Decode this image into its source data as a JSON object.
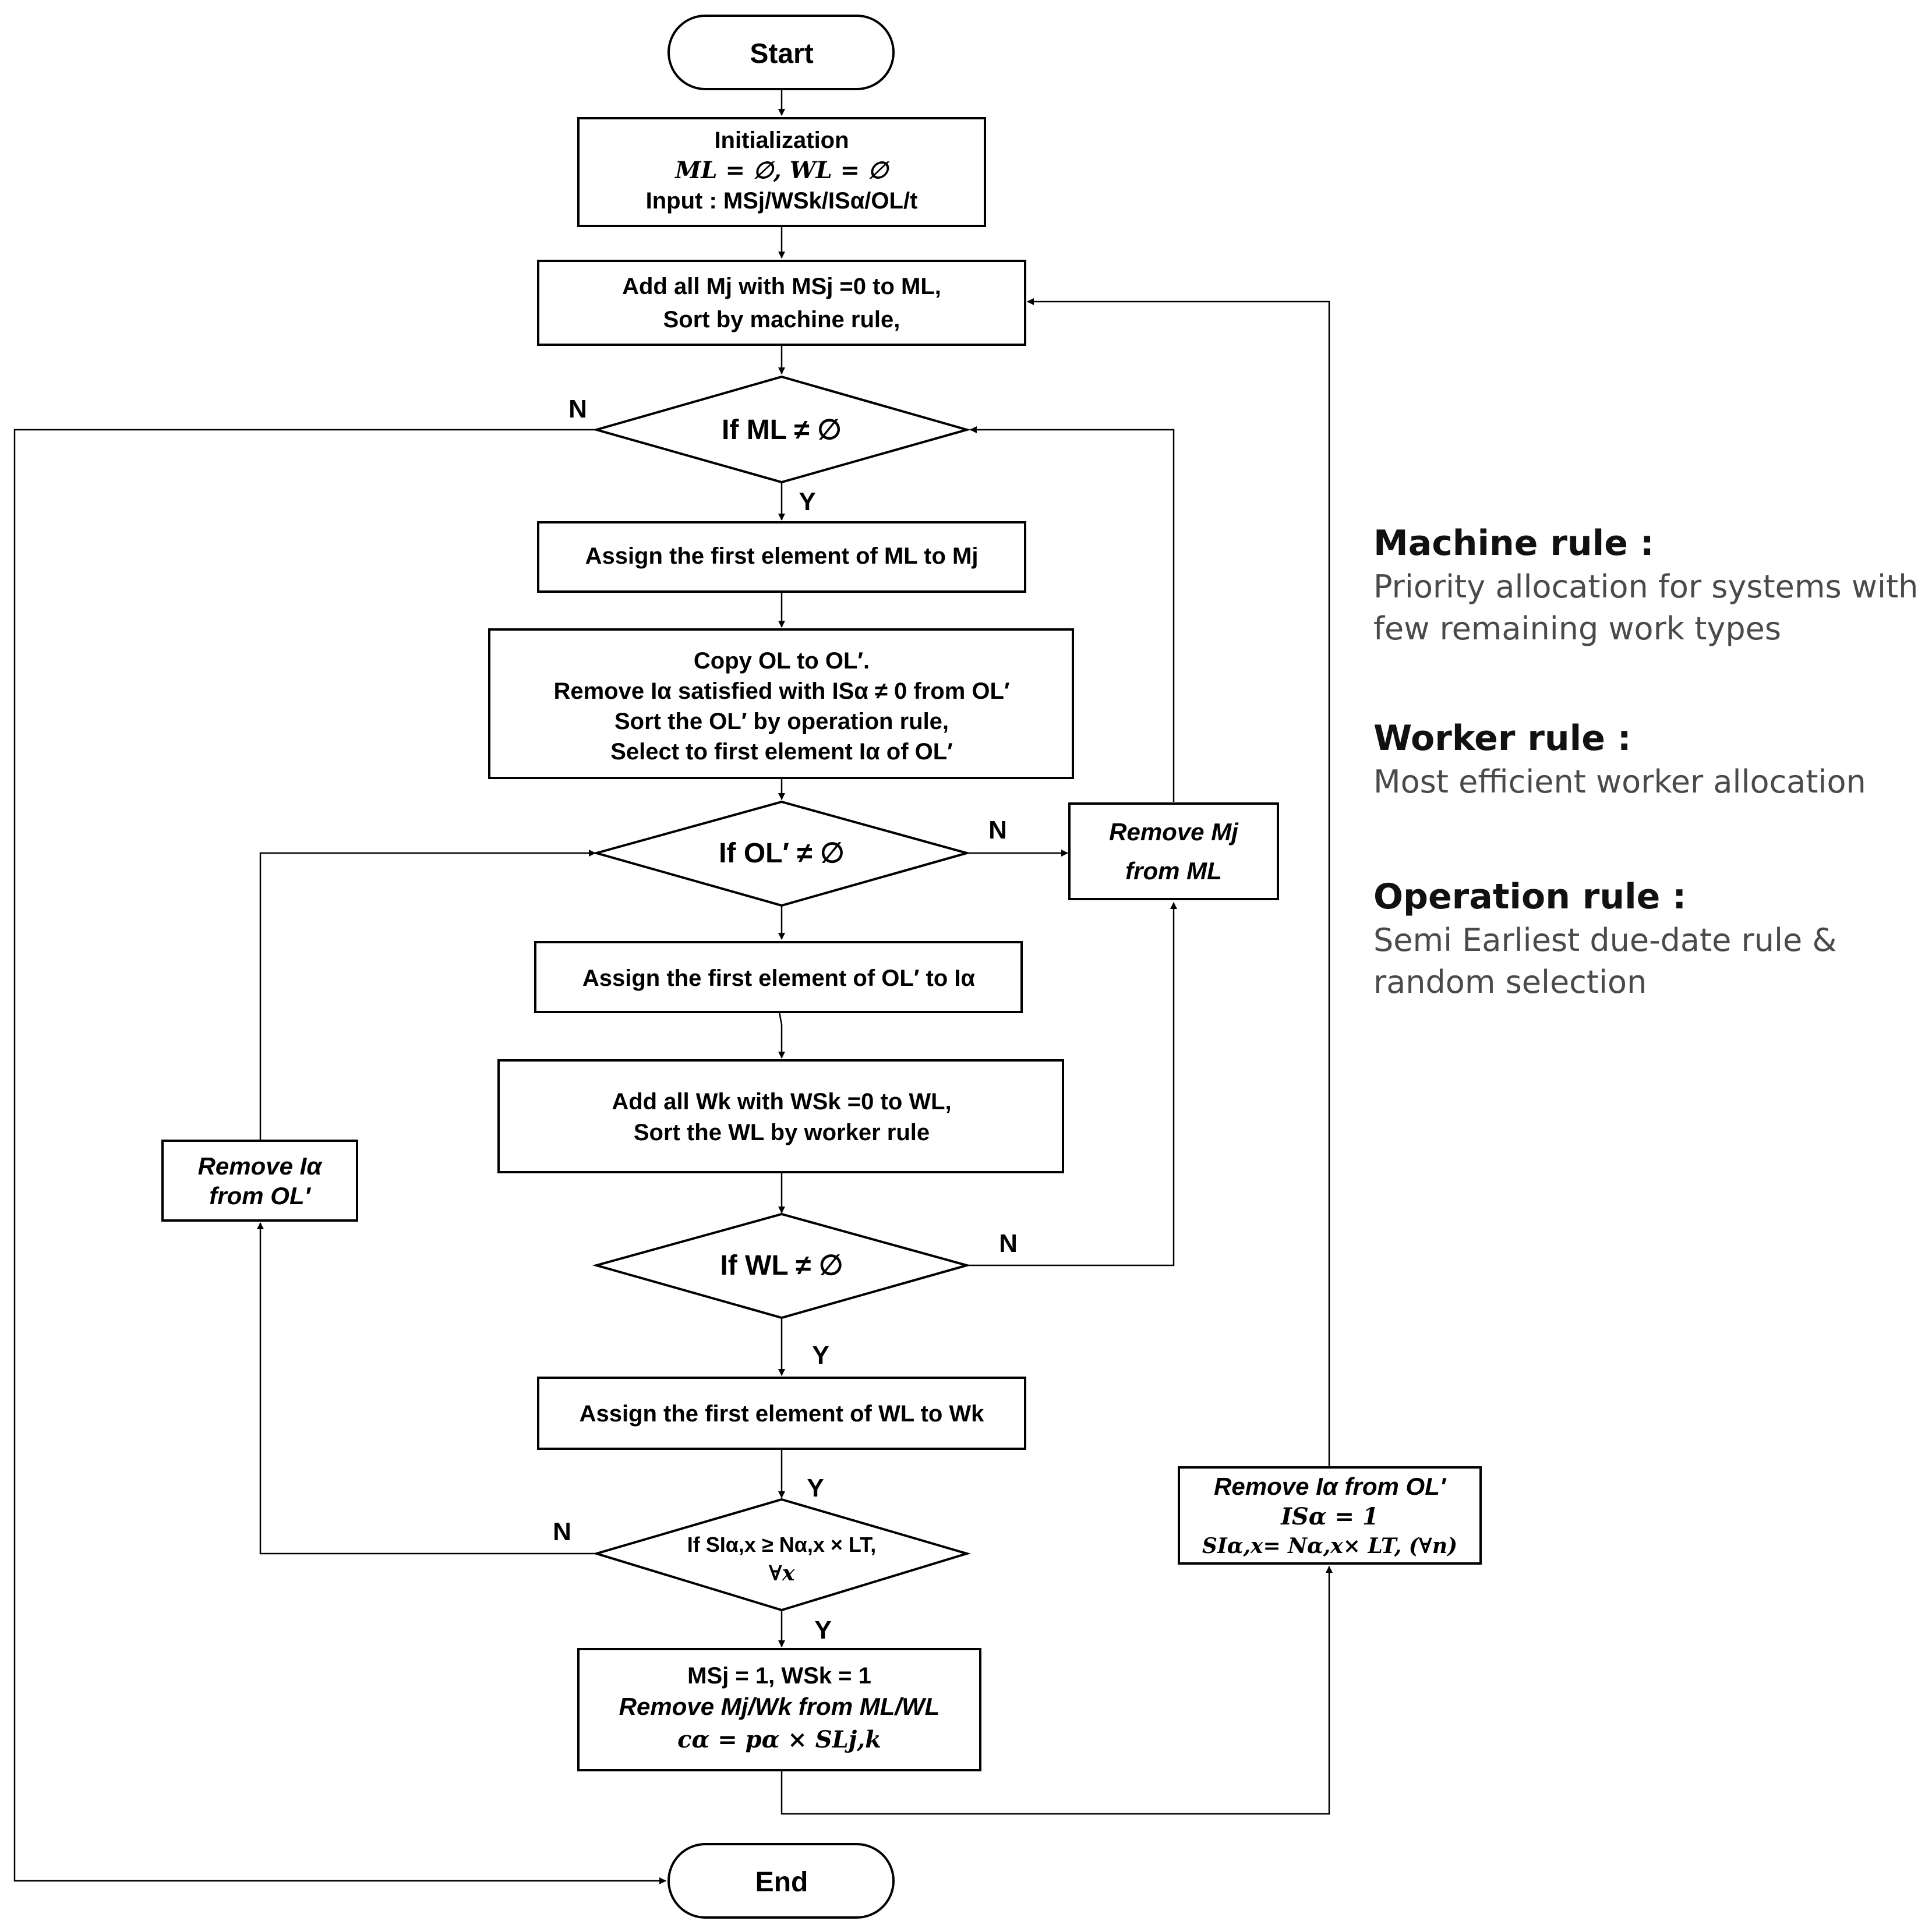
{
  "nodes": {
    "start": "Start",
    "init_title": "Initialization",
    "init_l2": "ML = ∅, WL = ∅",
    "init_l3": "Input : MSj/WSk/ISα/OL/t",
    "add_m_l1": "Add all Mj with MSj =0 to ML,",
    "add_m_l2": "Sort by machine rule,",
    "if_ml": "If ML ≠ ∅",
    "assign_ml": "Assign the first element of ML to Mj",
    "copy_l1": "Copy OL to OL′.",
    "copy_l2": "Remove Iα satisfied with ISα ≠ 0 from OL′",
    "copy_l3": "Sort the OL′ by operation rule,",
    "copy_l4": "Select to first element Iα of OL′",
    "if_ol": "If OL′ ≠ ∅",
    "remove_mj_l1": "Remove Mj",
    "remove_mj_l2": "from ML",
    "assign_ol": "Assign the first element of OL′ to Iα",
    "add_w_l1": "Add all Wk with WSk =0 to WL,",
    "add_w_l2": "Sort the WL by worker rule",
    "remove_ia_l1": "Remove Iα",
    "remove_ia_l2": "from OL′",
    "if_wl": "If WL ≠ ∅",
    "assign_wl": "Assign the first element of WL to Wk",
    "if_si_l1": "If SIα,x ≥ Nα,x × LT,",
    "if_si_l2": "∀x",
    "result_l1": "MSj = 1, WSk = 1",
    "result_l2": "Remove Mj/Wk from ML/WL",
    "result_l3": "cα = pα × SLj,k",
    "right_l1": "Remove Iα from OL′",
    "right_l2": "ISα = 1",
    "right_l3": "SIα,x= Nα,x× LT, (∀n)",
    "end": "End"
  },
  "edge_labels": {
    "yes": "Y",
    "no": "N"
  },
  "legend": [
    {
      "title": "Machine rule :",
      "desc": "Priority allocation for systems with few remaining work types"
    },
    {
      "title": "Worker rule :",
      "desc": "Most efficient worker allocation"
    },
    {
      "title": "Operation rule :",
      "desc": "Semi Earliest due-date rule & random selection"
    }
  ]
}
